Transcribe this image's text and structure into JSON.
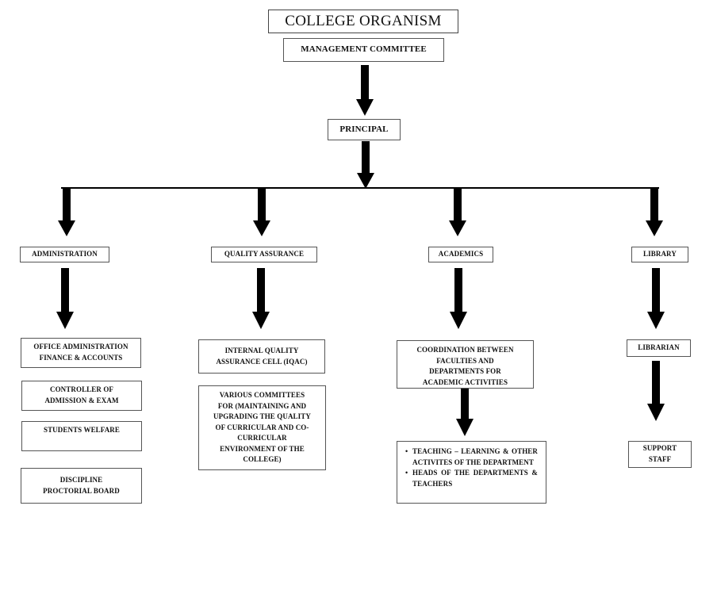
{
  "title": "COLLEGE ORGANISM",
  "management": "MANAGEMENT COMMITTEE",
  "principal": "PRINCIPAL",
  "departments": [
    {
      "name": "ADMINISTRATION",
      "children": [
        {
          "lines": [
            "OFFICE ADMINISTRATION",
            "FINANCE & ACCOUNTS"
          ]
        },
        {
          "lines": [
            "CONTROLLER OF",
            "ADMISSION & EXAM"
          ]
        },
        {
          "lines": [
            "STUDENTS WELFARE"
          ]
        },
        {
          "lines": [
            "DISCIPLINE",
            "PROCTORIAL BOARD"
          ]
        }
      ]
    },
    {
      "name": "QUALITY ASSURANCE",
      "children": [
        {
          "lines": [
            "INTERNAL QUALITY",
            "ASSURANCE CELL (IQAC)"
          ]
        },
        {
          "lines": [
            "VARIOUS COMMITTEES",
            "FOR (MAINTAINING AND",
            "UPGRADING THE QUALITY",
            "OF CURRICULAR AND CO-",
            "CURRICULAR",
            "ENVIRONMENT OF THE",
            "COLLEGE)"
          ]
        }
      ]
    },
    {
      "name": "ACADEMICS",
      "children": [
        {
          "lines": [
            "COORDINATION BETWEEN",
            "FACULTIES AND",
            "DEPARTMENTS FOR",
            "ACADEMIC ACTIVITIES"
          ]
        },
        {
          "bullets": [
            "TEACHING – LEARNING & OTHER ACTIVITES OF THE DEPARTMENT",
            "HEADS OF THE DEPARTMENTS & TEACHERS"
          ]
        }
      ]
    },
    {
      "name": "LIBRARY",
      "children": [
        {
          "lines": [
            "LIBRARIAN"
          ]
        },
        {
          "lines": [
            "SUPPORT",
            "STAFF"
          ]
        }
      ]
    }
  ]
}
